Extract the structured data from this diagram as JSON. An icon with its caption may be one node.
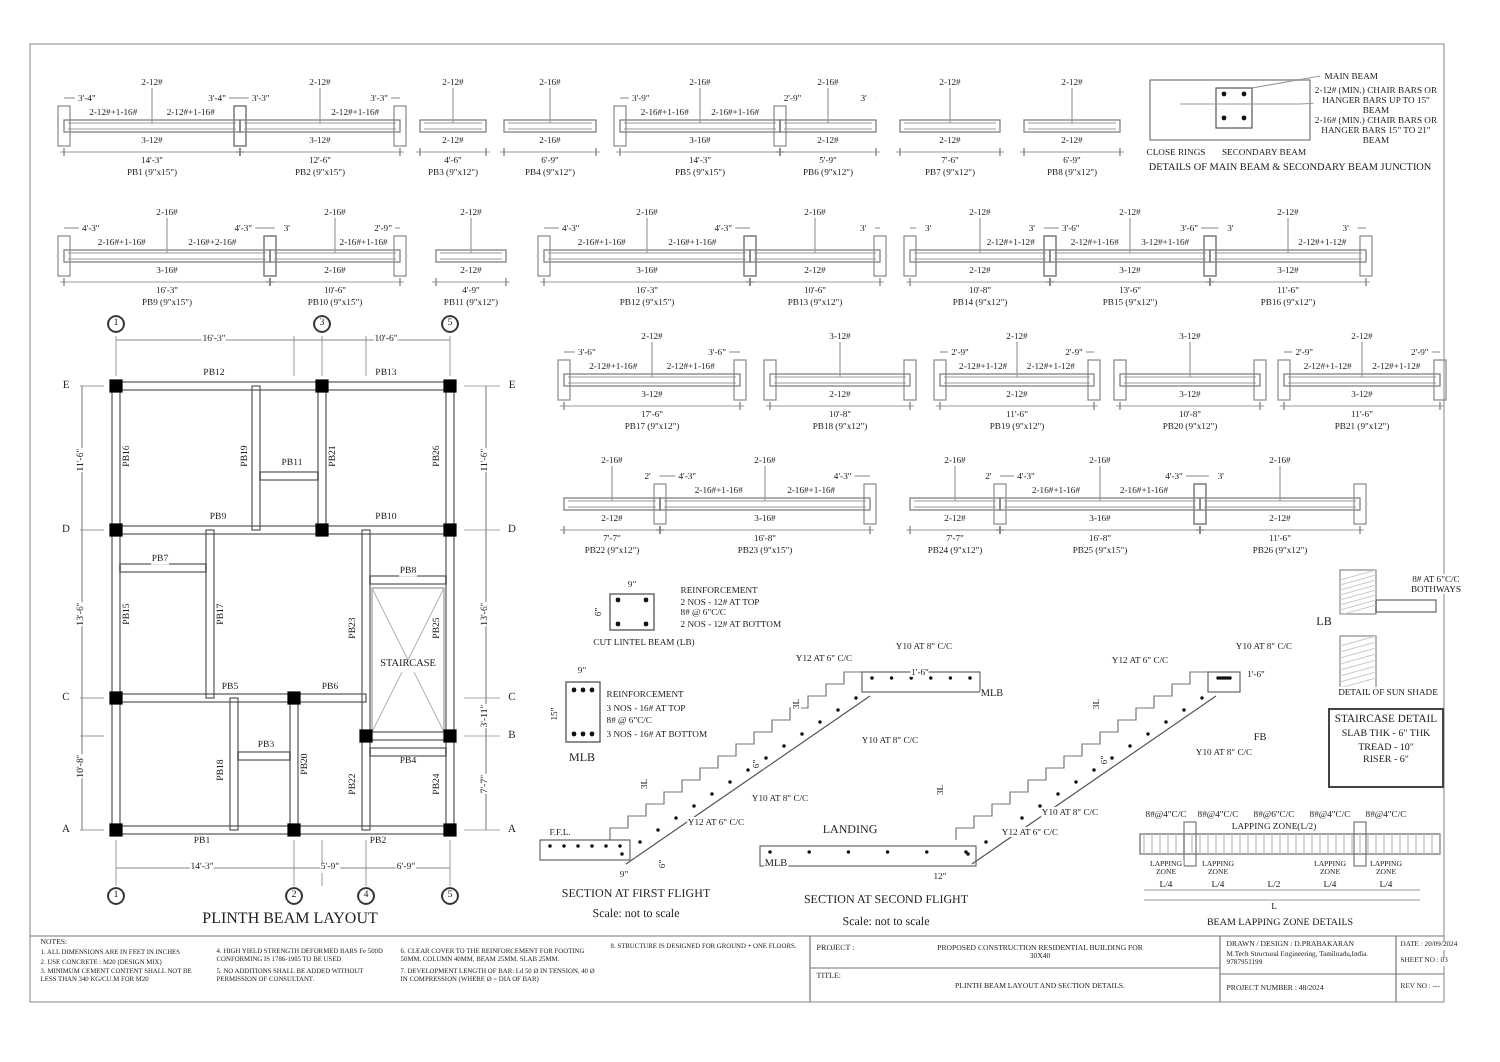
{
  "diagram": {
    "nodes": [
      {
        "text": [
          "STAIRCASE DETAIL",
          "SLAB THK - 6\" THK",
          "TREAD - 10\"",
          "RISER - 6\""
        ]
      }
    ],
    "labels": [
      "2-12#",
      "3'-4\"",
      "2-12#+1-16#",
      "3'-4\"",
      "2-12#+1-16#",
      "3-12#",
      "14'-3\"",
      "PB1 (9\"x15\")",
      "2-12#",
      "3'-3\"",
      "3'-3\"",
      "2-12#+1-16#",
      "3-12#",
      "12'-6\"",
      "PB2 (9\"x15\")",
      "2-12#",
      "2-12#",
      "4'-6\"",
      "PB3 (9\"x12\")",
      "2-16#",
      "2-16#",
      "6'-9\"",
      "PB4 (9\"x12\")",
      "2-16#",
      "3'-9\"",
      "2-16#+1-16#",
      "2-16#+1-16#",
      "3-16#",
      "14'-3\"",
      "PB5 (9\"x15\")",
      "2-16#",
      "2'-9\"",
      "3'",
      "2-12#",
      "5'-9\"",
      "PB6 (9\"x12\")",
      "2-12#",
      "2-12#",
      "7'-6\"",
      "PB7 (9\"x12\")",
      "2-12#",
      "2-12#",
      "6'-9\"",
      "PB8 (9\"x12\")",
      "MAIN BEAM",
      "2-12# (MIN.) CHAIR BARS OR HANGER BARS UP TO 15\" BEAM",
      "2-16# (MIN.) CHAIR BARS OR HANGER BARS 15\" TO 21\" BEAM",
      "CLOSE RINGS",
      "SECONDARY BEAM",
      "DETAILS OF MAIN BEAM & SECONDARY BEAM JUNCTION",
      "2-16#",
      "4'-3\"",
      "2-16#+1-16#",
      "4'-3\"",
      "2-16#+2-16#",
      "3-16#",
      "16'-3\"",
      "PB9 (9\"x15\")",
      "2-16#",
      "3'",
      "2'-9\"",
      "2-16#+1-16#",
      "2-16#",
      "10'-6\"",
      "PB10 (9\"x15\")",
      "2-12#",
      "2-12#",
      "4'-9\"",
      "PB11 (9\"x12\")",
      "2-16#",
      "4'-3\"",
      "2-16#+1-16#",
      "4'-3\"",
      "2-16#+1-16#",
      "3-16#",
      "16'-3\"",
      "PB12 (9\"x15\")",
      "2-16#",
      "3'",
      "2-12#",
      "10'-6\"",
      "PB13 (9\"x12\")",
      "2-12#",
      "3'",
      "3'",
      "2-12#+1-12#",
      "2-12#",
      "10'-8\"",
      "PB14 (9\"x12\")",
      "2-12#",
      "3'-6\"",
      "2-12#+1-16#",
      "3'-6\"",
      "3-12#+1-16#",
      "3-12#",
      "13'-6\"",
      "PB15 (9\"x12\")",
      "2-12#",
      "3'",
      "3'",
      "2-12#+1-12#",
      "3-12#",
      "11'-6\"",
      "PB16 (9\"x12\")",
      "1",
      "3",
      "5",
      "16'-3\"",
      "10'-6\"",
      "E",
      "PB12",
      "PB13",
      "E",
      "11'-6\"",
      "PB16",
      "PB19",
      "PB11",
      "PB21",
      "PB26",
      "11'-6\"",
      "D",
      "PB9",
      "PB10",
      "D",
      "PB7",
      "PB8",
      "13'-6\"",
      "PB15",
      "PB17",
      "PB23",
      "STAIRCASE",
      "PB25",
      "13'-6\"",
      "C",
      "PB5",
      "PB6",
      "C",
      "3'-11\"",
      "B",
      "10'-8\"",
      "PB18",
      "PB3",
      "PB20",
      "PB4",
      "PB22",
      "PB24",
      "7'-7\"",
      "A",
      "PB1",
      "PB2",
      "A",
      "14'-3\"",
      "5'-9\"",
      "6'-9\"",
      "1",
      "2",
      "4",
      "5",
      "PLINTH BEAM LAYOUT",
      "2-12#",
      "3'-6\"",
      "2-12#+1-16#",
      "3'-6\"",
      "2-12#+1-16#",
      "3-12#",
      "17'-6\"",
      "PB17 (9\"x12\")",
      "3-12#",
      "2-12#",
      "10'-8\"",
      "PB18 (9\"x12\")",
      "2-12#",
      "2'-9\"",
      "2-12#+1-12#",
      "2'-9\"",
      "2-12#+1-12#",
      "2-12#",
      "11'-6\"",
      "PB19 (9\"x12\")",
      "3-12#",
      "3-12#",
      "10'-8\"",
      "PB20 (9\"x12\")",
      "2-12#",
      "2'-9\"",
      "2-12#+1-12#",
      "2'-9\"",
      "2-12#+1-12#",
      "3-12#",
      "11'-6\"",
      "PB21 (9\"x12\")",
      "2-16#",
      "2'",
      "2-12#",
      "7'-7\"",
      "PB22 (9\"x12\")",
      "2-16#",
      "4'-3\"",
      "2-16#+1-16#",
      "4'-3\"",
      "2-16#+1-16#",
      "3-16#",
      "16'-8\"",
      "PB23 (9\"x15\")",
      "2-16#",
      "2'",
      "2-12#",
      "7'-7\"",
      "PB24 (9\"x12\")",
      "2-16#",
      "4'-3\"",
      "2-16#+1-16#",
      "4'-3\"",
      "2-16#+1-16#",
      "3-16#",
      "16'-8\"",
      "PB25 (9\"x15\")",
      "2-16#",
      "3'",
      "2-12#",
      "11'-6\"",
      "PB26 (9\"x12\")",
      "9\"",
      "6\"",
      "REINFORCEMENT",
      "2 NOS - 12# AT TOP",
      "8# @ 6\"C/C",
      "2 NOS - 12# AT BOTTOM",
      "CUT LINTEL BEAM (LB)",
      "8# AT 6\"C/C BOTHWAYS",
      "LB",
      "DETAIL OF SUN SHADE",
      "9\"",
      "15\"",
      "REINFORCEMENT",
      "3 NOS - 16# AT TOP",
      "8# @ 6\"C/C",
      "3 NOS - 16# AT BOTTOM",
      "MLB",
      "Y12 AT 6\" C/C",
      "Y10 AT 8\" C/C",
      "1'-6\"",
      "MLB",
      "3L",
      "Y10 AT 8\" C/C",
      "3L",
      "6\"",
      "Y10 AT 8\" C/C",
      "Y12 AT 6\" C/C",
      "F.F.L.",
      "9\"",
      "6\"",
      "SECTION AT FIRST  FLIGHT",
      "Scale: not to scale",
      "Y12 AT 6\" C/C",
      "Y10 AT 8\" C/C",
      "1'-6\"",
      "3L",
      "FB",
      "Y10 AT 8\" C/C",
      "6\"",
      "3L",
      "Y10 AT 8\" C/C",
      "Y12 AT 6\" C/C",
      "LANDING",
      "MLB",
      "12\"",
      "SECTION AT SECOND FLIGHT",
      "Scale: not to scale",
      "8#@4\"C/C",
      "8#@4\"C/C",
      "8#@6\"C/C",
      "8#@4\"C/C",
      "8#@4\"C/C",
      "LAPPING ZONE(L/2)",
      "LAPPING ZONE",
      "LAPPING ZONE",
      "LAPPING ZONE",
      "LAPPING ZONE",
      "L/4",
      "L/4",
      "L/2",
      "L/4",
      "L/4",
      "L",
      "BEAM LAPPING ZONE DETAILS",
      "NOTES:",
      "1. ALL DIMENSIONS ARE IN FEET IN INCHES",
      "2. USE CONCRETE : M20 (DESIGN MIX)",
      "3. MINIMUM CEMENT CONTENT SHALL NOT BE LESS THAN 340 KG/CU.M FOR M20",
      "4. HIGH YIELD STRENGTH DEFORMED BARS Fe 500D CONFORMING IS 1786-1985 TO BE USED",
      "5. NO ADDITIONS SHALL BE ADDED WITHOUT PERMISSION OF CONSULTANT.",
      "6. CLEAR COVER TO THE REINFORCEMENT FOR FOOTING 50MM, COLUMN 40MM, BEAM 25MM, SLAB 25MM.",
      "7. DEVELOPMENT LENGTH OF BAR: Ld 50 Ø IN TENSION, 40 Ø IN COMPRESSION (WHERE Ø = DIA OF BAR)",
      "8. STRUCTURE IS DESIGNED FOR GROUND + ONE FLOORS.",
      "PROJECT :",
      "PROPOSED CONSTRUCTION RESIDENTIAL BUILDING FOR 30X40",
      "DRAWN / DESIGN : D.PRABAKARAN",
      "DATE : 20/09/2024",
      "M.Tech Structural Engineering, Tamilnadu,India. 9787951199",
      "SHEET NO : 03",
      "TITLE:",
      "PLINTH BEAM LAYOUT AND SECTION DETAILS.",
      "PROJECT NUMBER : 48/2024",
      "REV NO : ---"
    ]
  }
}
